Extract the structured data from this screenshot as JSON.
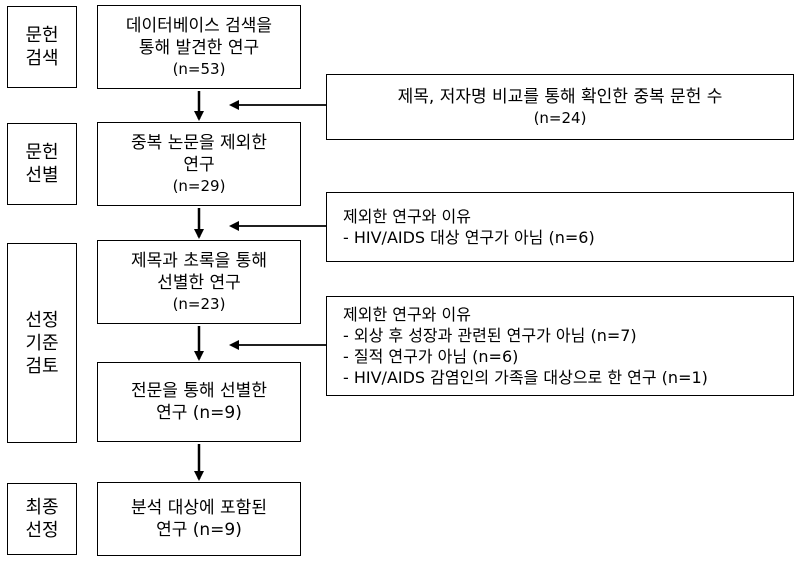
{
  "stages": [
    {
      "label_lines": [
        "문헌",
        "검색"
      ]
    },
    {
      "label_lines": [
        "문헌",
        "선별"
      ]
    },
    {
      "label_lines": [
        "선정",
        "기준",
        "검토"
      ]
    },
    {
      "label_lines": [
        "최종",
        "선정"
      ]
    }
  ],
  "main_boxes": [
    {
      "lines": [
        "데이터베이스 검색을",
        "통해 발견한 연구"
      ],
      "count": "(n=53)"
    },
    {
      "lines": [
        "중복 논문을 제외한",
        "연구"
      ],
      "count": "(n=29)"
    },
    {
      "lines": [
        "제목과 초록을 통해",
        "선별한 연구"
      ],
      "count": "(n=23)"
    },
    {
      "lines": [
        "전문을 통해 선별한",
        "연구 (n=9)"
      ]
    },
    {
      "lines": [
        "분석 대상에 포함된",
        "연구 (n=9)"
      ]
    }
  ],
  "side_boxes": [
    {
      "lines": [
        "제목, 저자명 비교를 통해 확인한 중복 문헌 수"
      ],
      "count": "(n=24)"
    },
    {
      "lines": [
        "제외한 연구와 이유",
        "- HIV/AIDS 대상 연구가 아님 (n=6)"
      ]
    },
    {
      "lines": [
        "제외한 연구와 이유",
        "- 외상 후 성장과 관련된 연구가 아님 (n=7)",
        "- 질적 연구가 아님 (n=6)",
        "- HIV/AIDS 감염인의 가족을 대상으로 한 연구 (n=1)"
      ]
    }
  ]
}
